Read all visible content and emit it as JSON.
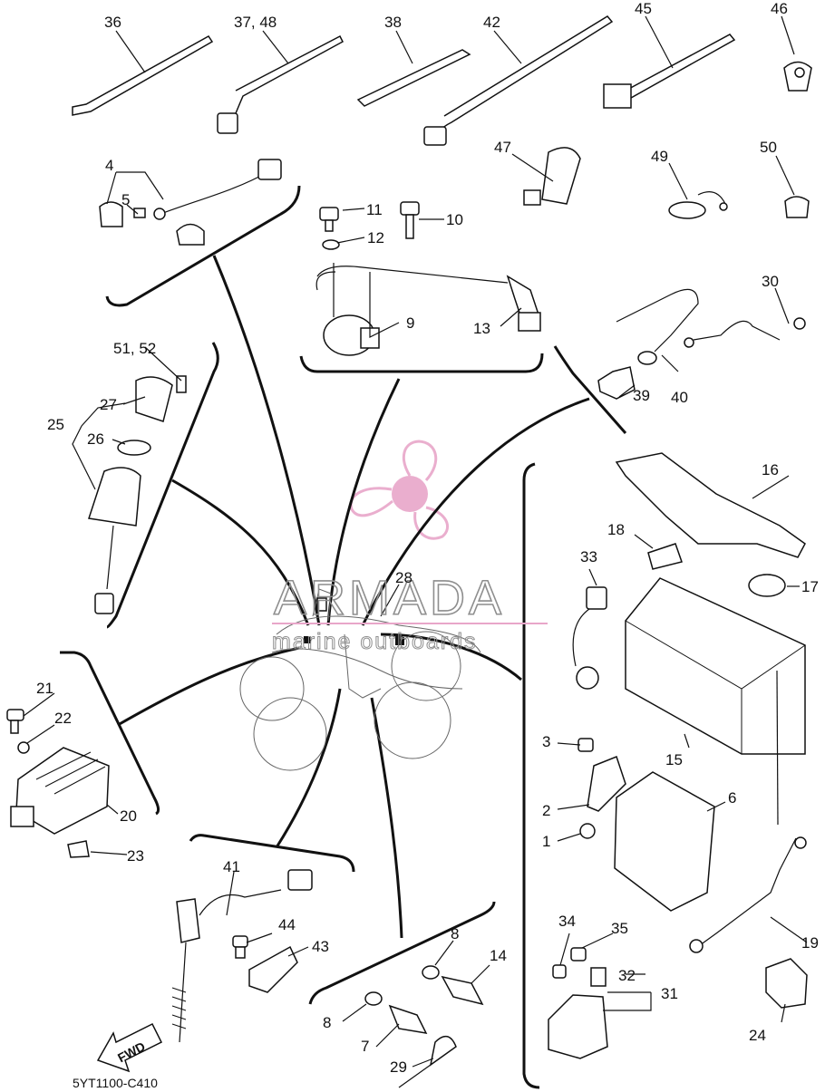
{
  "diagram": {
    "code": "5YT1100-C410",
    "fwd_label": "FWD",
    "watermark": {
      "brand": "ARMADA",
      "tagline": "marine outboards",
      "logo_color": "#e8a6c9"
    },
    "callouts": {
      "c1": "1",
      "c2": "2",
      "c3": "3",
      "c4": "4",
      "c5": "5",
      "c6": "6",
      "c7": "7",
      "c8a": "8",
      "c8b": "8",
      "c9": "9",
      "c10": "10",
      "c11": "11",
      "c12": "12",
      "c13": "13",
      "c14": "14",
      "c15": "15",
      "c16": "16",
      "c17": "17",
      "c18": "18",
      "c19": "19",
      "c20": "20",
      "c21": "21",
      "c22": "22",
      "c23": "23",
      "c24": "24",
      "c25": "25",
      "c26": "26",
      "c27": "27",
      "c28": "28",
      "c29": "29",
      "c30": "30",
      "c31": "31",
      "c32": "32",
      "c33": "33",
      "c34": "34",
      "c35": "35",
      "c36": "36",
      "c3748": "37, 48",
      "c38": "38",
      "c39": "39",
      "c40": "40",
      "c41": "41",
      "c42": "42",
      "c43": "43",
      "c44": "44",
      "c45": "45",
      "c46": "46",
      "c47": "47",
      "c49": "49",
      "c50": "50",
      "c5152": "51, 52"
    }
  }
}
